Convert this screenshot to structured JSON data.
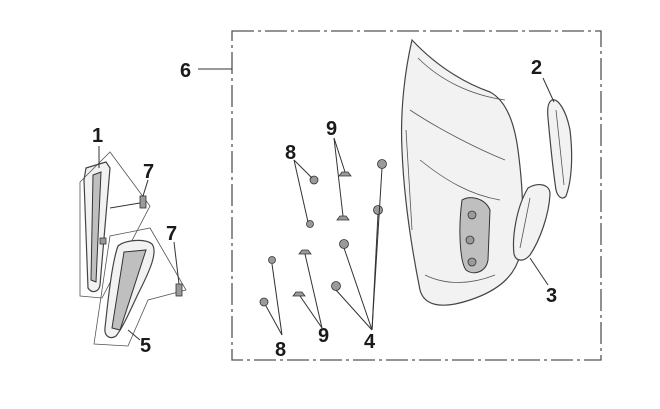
{
  "callouts": {
    "c1": "1",
    "c2": "2",
    "c3": "3",
    "c4": "4",
    "c5": "5",
    "c6": "6",
    "c7a": "7",
    "c7b": "7",
    "c8a": "8",
    "c8b": "8",
    "c9a": "9",
    "c9b": "9"
  },
  "colors": {
    "line": "#333333",
    "fill": "#f2f2f2",
    "shade": "#bfbfbf"
  }
}
